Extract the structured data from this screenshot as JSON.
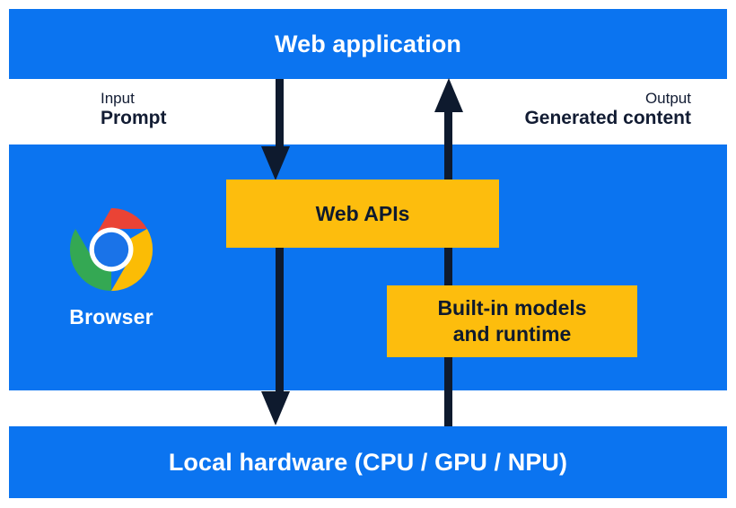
{
  "diagram": {
    "title_top": "Web application",
    "title_bottom": "Local hardware (CPU / GPU / NPU)",
    "browser_label": "Browser",
    "browser_icon": "chrome-logo-icon",
    "flows": [
      {
        "kind": "Input",
        "value": "Prompt",
        "direction": "down"
      },
      {
        "kind": "Output",
        "value": "Generated content",
        "direction": "up"
      }
    ],
    "boxes": [
      {
        "id": "web-apis",
        "label": "Web APIs"
      },
      {
        "id": "builtin-models",
        "label": "Built-in models and runtime"
      }
    ],
    "box_labels": {
      "web_apis": "Web APIs",
      "builtin_models_line1": "Built-in models",
      "builtin_models_line2": "and runtime"
    },
    "colors": {
      "band_blue": "#0B74F0",
      "box_yellow": "#FDBD0D",
      "arrow_navy": "#0E1A2E",
      "text_on_blue": "#FFFFFF",
      "text_dark": "#121C33",
      "background": "#FFFFFF",
      "chrome_red": "#EA4335",
      "chrome_yellow": "#FBBC05",
      "chrome_green": "#34A853",
      "chrome_blue": "#1A73E8"
    }
  }
}
